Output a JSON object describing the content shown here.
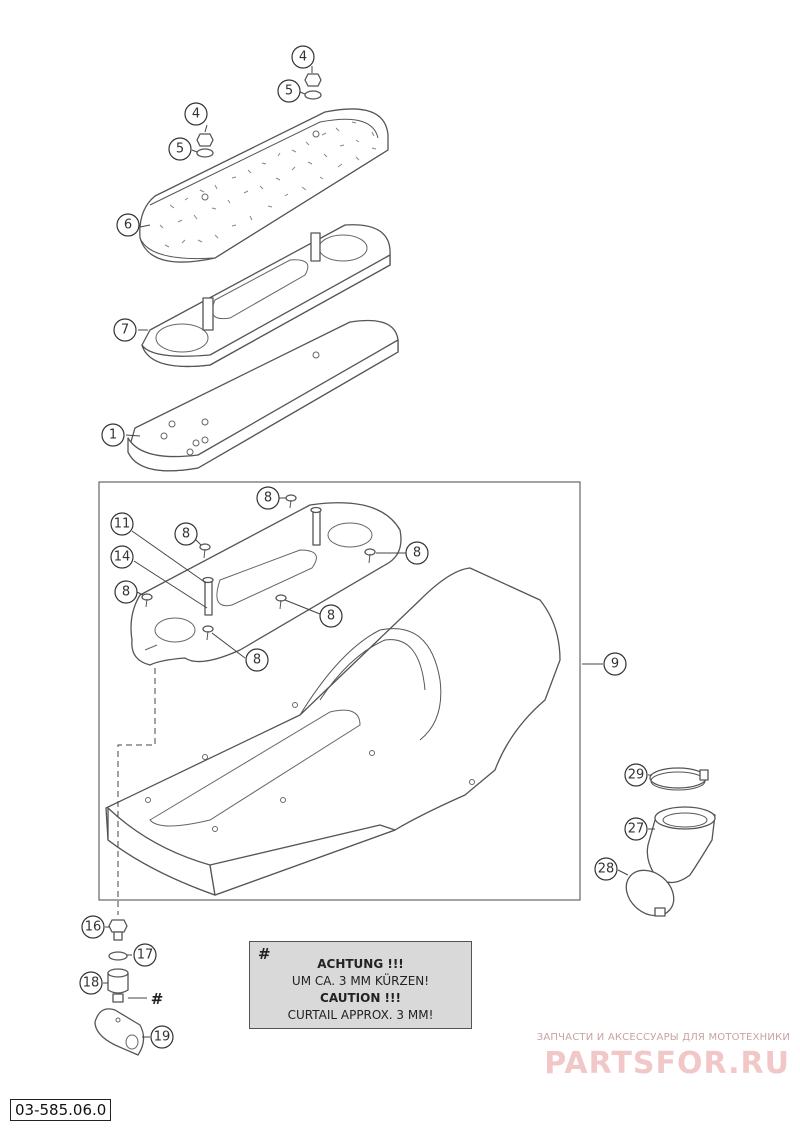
{
  "callouts": {
    "c4a": "4",
    "c5a": "5",
    "c4b": "4",
    "c5b": "5",
    "c6": "6",
    "c7": "7",
    "c1": "1",
    "c8a": "8",
    "c8b": "8",
    "c8c": "8",
    "c8d": "8",
    "c8e": "8",
    "c8f": "8",
    "c11": "11",
    "c14": "14",
    "c9": "9",
    "c29": "29",
    "c27": "27",
    "c28": "28",
    "c16": "16",
    "c17": "17",
    "c18": "18",
    "c19": "19",
    "hash_marker": "#"
  },
  "note": {
    "hash": "#",
    "line1": "ACHTUNG !!!",
    "line2": "UM CA. 3 MM KÜRZEN!",
    "line3": "CAUTION !!!",
    "line4": "CURTAIL APPROX. 3 MM!"
  },
  "watermark": {
    "caption": "ЗАПЧАСТИ И АКСЕССУАРЫ ДЛЯ МОТОТЕХНИКИ",
    "logo": "PARTSFOR.RU"
  },
  "drawing_number": "03-585.06.0"
}
